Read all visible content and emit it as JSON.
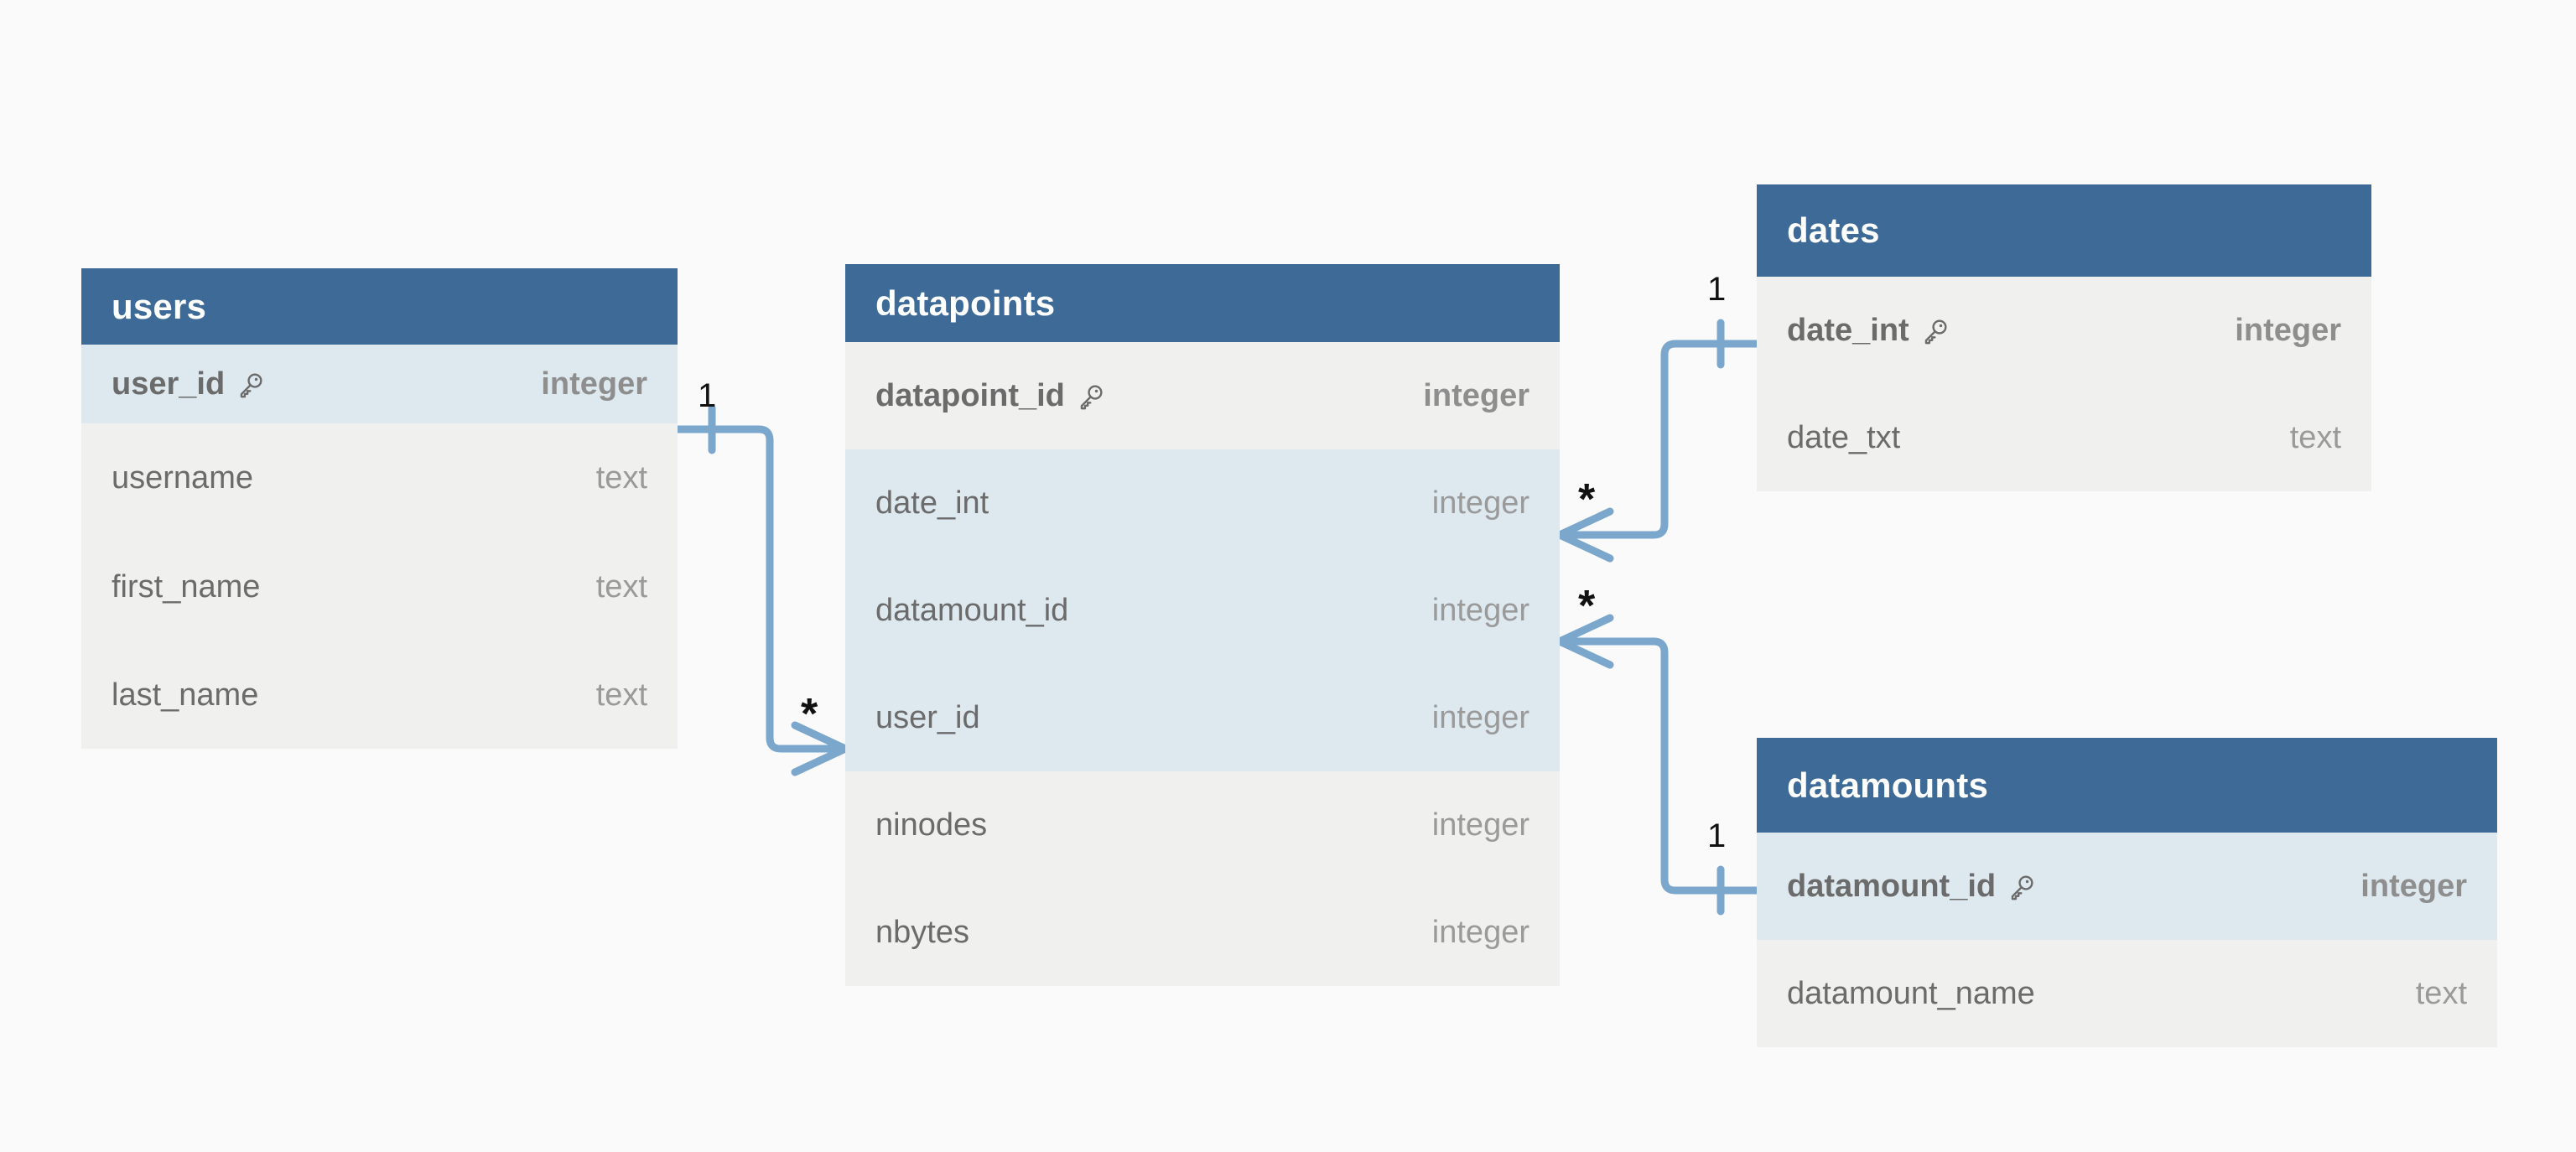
{
  "diagram": {
    "type": "entity-relationship-diagram",
    "notation": "crow's-foot",
    "background_color": "#fafafa",
    "header_color": "#3d6a96",
    "row_color": "#f0f0ee",
    "highlight_row_color": "#dee8ef",
    "connector_color": "#7ba7cd",
    "key_symbol": "key-icon"
  },
  "entities": [
    {
      "id": "users",
      "name": "users",
      "columns": [
        {
          "name": "user_id",
          "type": "integer",
          "primary_key": true,
          "highlight": true
        },
        {
          "name": "username",
          "type": "text",
          "primary_key": false,
          "highlight": false
        },
        {
          "name": "first_name",
          "type": "text",
          "primary_key": false,
          "highlight": false
        },
        {
          "name": "last_name",
          "type": "text",
          "primary_key": false,
          "highlight": false
        }
      ]
    },
    {
      "id": "datapoints",
      "name": "datapoints",
      "columns": [
        {
          "name": "datapoint_id",
          "type": "integer",
          "primary_key": true,
          "highlight": false
        },
        {
          "name": "date_int",
          "type": "integer",
          "primary_key": false,
          "highlight": true
        },
        {
          "name": "datamount_id",
          "type": "integer",
          "primary_key": false,
          "highlight": true
        },
        {
          "name": "user_id",
          "type": "integer",
          "primary_key": false,
          "highlight": true
        },
        {
          "name": "ninodes",
          "type": "integer",
          "primary_key": false,
          "highlight": false
        },
        {
          "name": "nbytes",
          "type": "integer",
          "primary_key": false,
          "highlight": false
        }
      ]
    },
    {
      "id": "dates",
      "name": "dates",
      "columns": [
        {
          "name": "date_int",
          "type": "integer",
          "primary_key": true,
          "highlight": false
        },
        {
          "name": "date_txt",
          "type": "text",
          "primary_key": false,
          "highlight": false
        }
      ]
    },
    {
      "id": "datamounts",
      "name": "datamounts",
      "columns": [
        {
          "name": "datamount_id",
          "type": "integer",
          "primary_key": true,
          "highlight": true
        },
        {
          "name": "datamount_name",
          "type": "text",
          "primary_key": false,
          "highlight": false
        }
      ]
    }
  ],
  "relationships": [
    {
      "id": "users-datapoints",
      "from_entity": "users",
      "from_column": "user_id",
      "from_cardinality": "1",
      "to_entity": "datapoints",
      "to_column": "user_id",
      "to_cardinality": "*"
    },
    {
      "id": "dates-datapoints",
      "from_entity": "dates",
      "from_column": "date_int",
      "from_cardinality": "1",
      "to_entity": "datapoints",
      "to_column": "date_int",
      "to_cardinality": "*"
    },
    {
      "id": "datamounts-datapoints",
      "from_entity": "datamounts",
      "from_column": "datamount_id",
      "from_cardinality": "1",
      "to_entity": "datapoints",
      "to_column": "datamount_id",
      "to_cardinality": "*"
    }
  ]
}
